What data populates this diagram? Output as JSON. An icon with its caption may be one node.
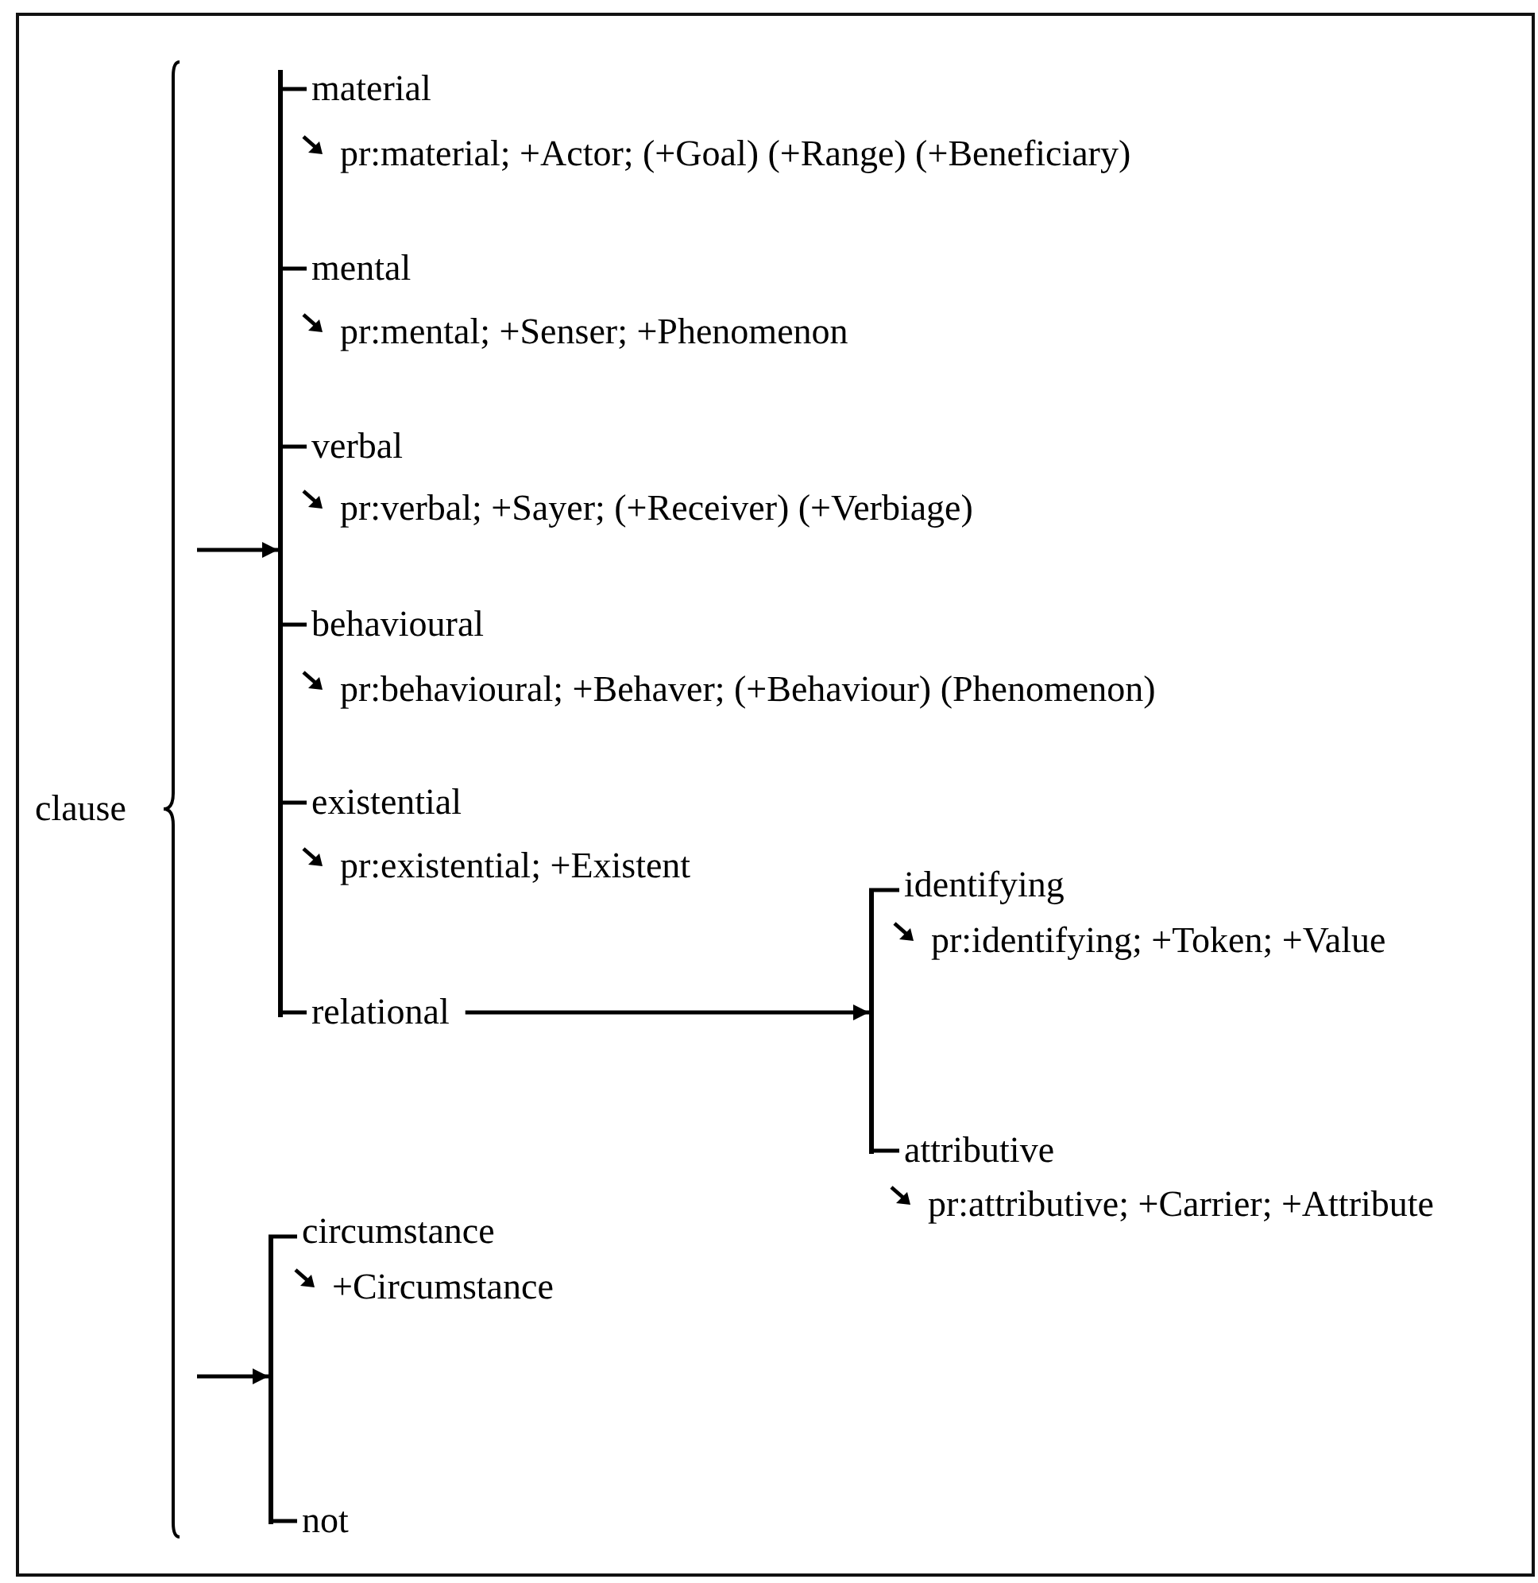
{
  "diagram": {
    "nodes": [
      {
        "text": [
          "clause"
        ]
      },
      {
        "text": [],
        "shape": "bar"
      },
      {
        "text": [
          "material"
        ],
        "beside": [
          "pr:material; +Actor; (+Goal) (+Range) (+Beneficiary)"
        ]
      },
      {
        "text": [
          "mental"
        ],
        "beside": [
          "pr:mental; +Senser; +Phenomenon"
        ]
      },
      {
        "text": [
          "verbal"
        ],
        "beside": [
          "pr:verbal; +Sayer; (+Receiver) (+Verbiage)"
        ]
      },
      {
        "text": [
          "behavioural"
        ],
        "beside": [
          "pr:behavioural; +Behaver; (+Behaviour) (Phenomenon)"
        ]
      },
      {
        "text": [
          "existential"
        ],
        "beside": [
          "pr:existential; +Existent"
        ]
      },
      {
        "text": [
          "relational"
        ]
      },
      {
        "text": [],
        "shape": "bar"
      },
      {
        "text": [
          "identifying"
        ],
        "beside": [
          "pr:identifying; +Token; +Value"
        ]
      },
      {
        "text": [
          "attributive"
        ],
        "beside": [
          "pr:attributive; +Carrier; +Attribute"
        ]
      },
      {
        "text": [],
        "shape": "bar"
      },
      {
        "text": [
          "circumstance"
        ],
        "beside": [
          "+Circumstance"
        ]
      },
      {
        "text": [
          "not"
        ]
      }
    ],
    "edges": [
      {
        "from": 0,
        "to": 1,
        "arrow": "to"
      },
      {
        "from": 0,
        "to": 11,
        "arrow": "to"
      },
      {
        "from": 1,
        "to": 2,
        "arrow": "none"
      },
      {
        "from": 1,
        "to": 3,
        "arrow": "none"
      },
      {
        "from": 1,
        "to": 4,
        "arrow": "none"
      },
      {
        "from": 1,
        "to": 5,
        "arrow": "none"
      },
      {
        "from": 1,
        "to": 6,
        "arrow": "none"
      },
      {
        "from": 1,
        "to": 7,
        "arrow": "none"
      },
      {
        "from": 7,
        "to": 8,
        "arrow": "to"
      },
      {
        "from": 8,
        "to": 9,
        "arrow": "none"
      },
      {
        "from": 8,
        "to": 10,
        "arrow": "none"
      },
      {
        "from": 11,
        "to": 12,
        "arrow": "none"
      },
      {
        "from": 11,
        "to": 13,
        "arrow": "none"
      }
    ]
  }
}
